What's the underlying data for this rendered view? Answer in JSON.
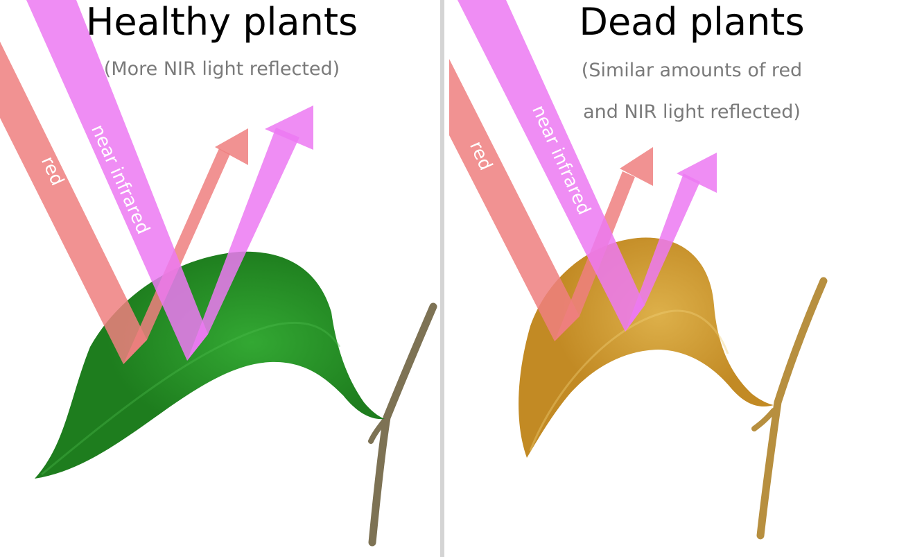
{
  "panels": [
    {
      "title": "Healthy plants",
      "subtitle_lines": [
        "(More NIR light reflected)"
      ],
      "beams": [
        {
          "label": "red",
          "color": "#ef7f7f"
        },
        {
          "label": "near infrared",
          "color": "#ec79f2"
        }
      ],
      "leaf_state": "healthy"
    },
    {
      "title": "Dead plants",
      "subtitle_lines": [
        "(Similar amounts of red",
        "and NIR light reflected)"
      ],
      "beams": [
        {
          "label": "red",
          "color": "#ef7f7f"
        },
        {
          "label": "near infrared",
          "color": "#ec79f2"
        }
      ],
      "leaf_state": "dead"
    }
  ],
  "colors": {
    "healthy_leaf": "#1e7d1e",
    "healthy_leaf_light": "#33a833",
    "healthy_stem": "#7d7254",
    "dead_leaf": "#c28a24",
    "dead_leaf_light": "#ddb04a",
    "dead_stem": "#b78f3f",
    "divider": "#d4d4d4"
  }
}
